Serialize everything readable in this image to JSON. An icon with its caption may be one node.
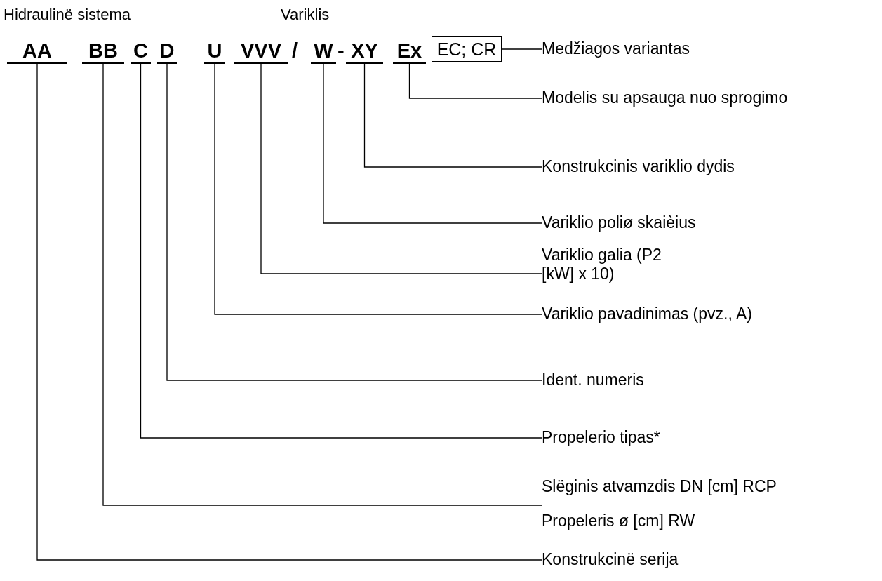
{
  "diagram": {
    "nodes": [
      {
        "text": [
          "AA"
        ]
      },
      {
        "text": [
          "BB"
        ]
      },
      {
        "text": [
          "C"
        ]
      },
      {
        "text": [
          "D"
        ]
      },
      {
        "text": [
          "U"
        ]
      },
      {
        "text": [
          "VVV"
        ]
      },
      {
        "text": [
          "W"
        ]
      },
      {
        "text": [
          "XY"
        ]
      },
      {
        "text": [
          "Ex"
        ]
      },
      {
        "text": [
          "EC; CR"
        ]
      },
      {
        "text": [
          "Medžiagos variantas"
        ]
      },
      {
        "text": [
          "Modelis su apsauga nuo sprogimo"
        ]
      },
      {
        "text": [
          "Konstrukcinis variklio dydis"
        ]
      },
      {
        "text": [
          "Variklio poliø skaièius"
        ]
      },
      {
        "text": [
          "Variklio galia (P2 [kW] x 10)"
        ]
      },
      {
        "text": [
          "Variklio pavadinimas (pvz., A)"
        ]
      },
      {
        "text": [
          "Ident. numeris"
        ]
      },
      {
        "text": [
          "Propelerio tipas*"
        ]
      },
      {
        "text": [
          "Slëginis atvamzdis DN [cm] RCP",
          "Propeleris ø [cm] RW"
        ]
      },
      {
        "text": [
          "Konstrukcinë serija"
        ]
      }
    ],
    "edges": [
      {
        "from": 9,
        "to": 10,
        "arrow": "none"
      },
      {
        "from": 8,
        "to": 11,
        "arrow": "none"
      },
      {
        "from": 7,
        "to": 12,
        "arrow": "none"
      },
      {
        "from": 6,
        "to": 13,
        "arrow": "none"
      },
      {
        "from": 5,
        "to": 14,
        "arrow": "none"
      },
      {
        "from": 4,
        "to": 15,
        "arrow": "none"
      },
      {
        "from": 3,
        "to": 16,
        "arrow": "none"
      },
      {
        "from": 2,
        "to": 17,
        "arrow": "none"
      },
      {
        "from": 1,
        "to": 18,
        "arrow": "none"
      },
      {
        "from": 0,
        "to": 19,
        "arrow": "none"
      }
    ],
    "labels": [
      "Hidraulinë sistema",
      "Variklis",
      "/",
      "-"
    ]
  }
}
